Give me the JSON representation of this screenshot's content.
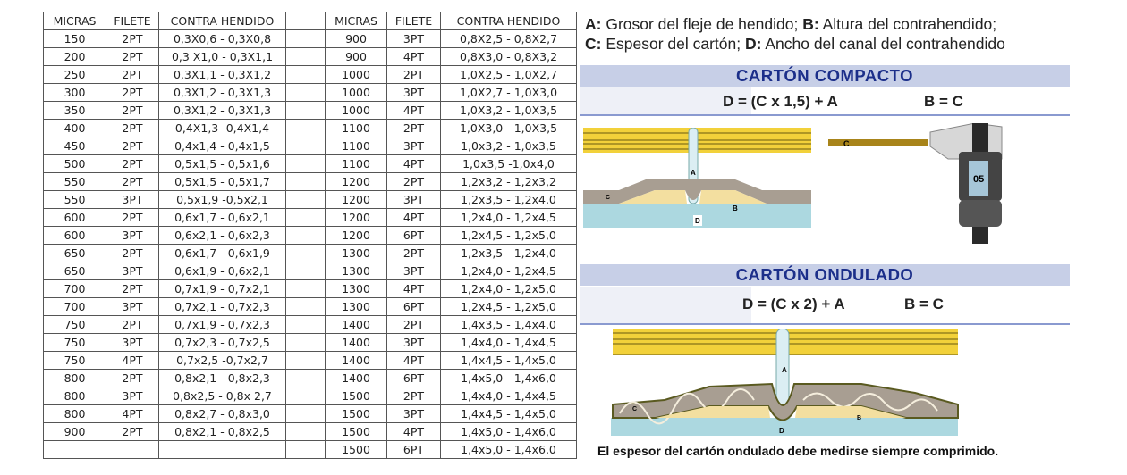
{
  "table": {
    "headers": [
      "MICRAS",
      "FILETE",
      "CONTRA HENDIDO"
    ],
    "left": [
      [
        "150",
        "2PT",
        "0,3X0,6 - 0,3X0,8"
      ],
      [
        "200",
        "2PT",
        "0,3 X1,0 - 0,3X1,1"
      ],
      [
        "250",
        "2PT",
        "0,3X1,1 - 0,3X1,2"
      ],
      [
        "300",
        "2PT",
        "0,3X1,2 - 0,3X1,3"
      ],
      [
        "350",
        "2PT",
        "0,3X1,2 - 0,3X1,3"
      ],
      [
        "400",
        "2PT",
        "0,4X1,3 -0,4X1,4"
      ],
      [
        "450",
        "2PT",
        "0,4x1,4 - 0,4x1,5"
      ],
      [
        "500",
        "2PT",
        "0,5x1,5 - 0,5x1,6"
      ],
      [
        "550",
        "2PT",
        "0,5x1,5 - 0,5x1,7"
      ],
      [
        "550",
        "3PT",
        "0,5x1,9 -0,5x2,1"
      ],
      [
        "600",
        "2PT",
        "0,6x1,7 - 0,6x2,1"
      ],
      [
        "600",
        "3PT",
        "0,6x2,1 - 0,6x2,3"
      ],
      [
        "650",
        "2PT",
        "0,6x1,7 - 0,6x1,9"
      ],
      [
        "650",
        "3PT",
        "0,6x1,9 - 0,6x2,1"
      ],
      [
        "700",
        "2PT",
        "0,7x1,9 - 0,7x2,1"
      ],
      [
        "700",
        "3PT",
        "0,7x2,1 - 0,7x2,3"
      ],
      [
        "750",
        "2PT",
        "0,7x1,9 - 0,7x2,3"
      ],
      [
        "750",
        "3PT",
        "0,7x2,3 - 0,7x2,5"
      ],
      [
        "750",
        "4PT",
        "0,7x2,5 -0,7x2,7"
      ],
      [
        "800",
        "2PT",
        "0,8x2,1 - 0,8x2,3"
      ],
      [
        "800",
        "3PT",
        "0,8x2,5 - 0,8x 2,7"
      ],
      [
        "800",
        "4PT",
        "0,8x2,7 - 0,8x3,0"
      ],
      [
        "900",
        "2PT",
        "0,8x2,1 - 0,8x2,5"
      ],
      [
        "",
        "",
        ""
      ]
    ],
    "right": [
      [
        "900",
        "3PT",
        "0,8X2,5 - 0,8X2,7"
      ],
      [
        "900",
        "4PT",
        "0,8X3,0 - 0,8X3,2"
      ],
      [
        "1000",
        "2PT",
        "1,0X2,5 - 1,0X2,7"
      ],
      [
        "1000",
        "3PT",
        "1,0X2,7 - 1,0X3,0"
      ],
      [
        "1000",
        "4PT",
        "1,0X3,2 - 1,0X3,5"
      ],
      [
        "1100",
        "2PT",
        "1,0X3,0 - 1,0X3,5"
      ],
      [
        "1100",
        "3PT",
        "1,0x3,2 - 1,0x3,5"
      ],
      [
        "1100",
        "4PT",
        "1,0x3,5 -1,0x4,0"
      ],
      [
        "1200",
        "2PT",
        "1,2x3,2 - 1,2x3,2"
      ],
      [
        "1200",
        "3PT",
        "1,2x3,5 - 1,2x4,0"
      ],
      [
        "1200",
        "4PT",
        "1,2x4,0 - 1,2x4,5"
      ],
      [
        "1200",
        "6PT",
        "1,2x4,5 - 1,2x5,0"
      ],
      [
        "1300",
        "2PT",
        "1,2x3,5 - 1,2x4,0"
      ],
      [
        "1300",
        "3PT",
        "1,2x4,0 - 1,2x4,5"
      ],
      [
        "1300",
        "4PT",
        "1,2x4,0 - 1,2x5,0"
      ],
      [
        "1300",
        "6PT",
        "1,2x4,5 - 1,2x5,0"
      ],
      [
        "1400",
        "2PT",
        "1,4x3,5 - 1,4x4,0"
      ],
      [
        "1400",
        "3PT",
        "1,4x4,0 - 1,4x4,5"
      ],
      [
        "1400",
        "4PT",
        "1,4x4,5 - 1,4x5,0"
      ],
      [
        "1400",
        "6PT",
        "1,4x5,0 - 1,4x6,0"
      ],
      [
        "1500",
        "2PT",
        "1,4x4,0 - 1,4x4,5"
      ],
      [
        "1500",
        "3PT",
        "1,4x4,5 - 1,4x5,0"
      ],
      [
        "1500",
        "4PT",
        "1,4x5,0 - 1,4x6,0"
      ],
      [
        "1500",
        "6PT",
        "1,4x5,0 - 1,4x6,0"
      ]
    ]
  },
  "legend": {
    "a_key": "A:",
    "a_text": " Grosor del fleje de hendido; ",
    "b_key": "B:",
    "b_text": " Altura del contrahendido;",
    "c_key": "C:",
    "c_text": " Espesor del cartón; ",
    "d_key": "D:",
    "d_text": " Ancho del canal del contrahendido"
  },
  "compacto": {
    "title": "CARTÓN COMPACTO",
    "formula_d": "D = (C x 1,5) + A",
    "formula_b": "B = C",
    "caliper_reading": "05"
  },
  "ondulado": {
    "title": "CARTÓN ONDULADO",
    "formula_d": "D = (C x 2) + A",
    "formula_b": "B = C"
  },
  "diagram_labels": {
    "a": "A",
    "b": "B",
    "c": "C",
    "d": "D"
  },
  "caption": "El espesor del cartón ondulado debe medirse siempre comprimido."
}
